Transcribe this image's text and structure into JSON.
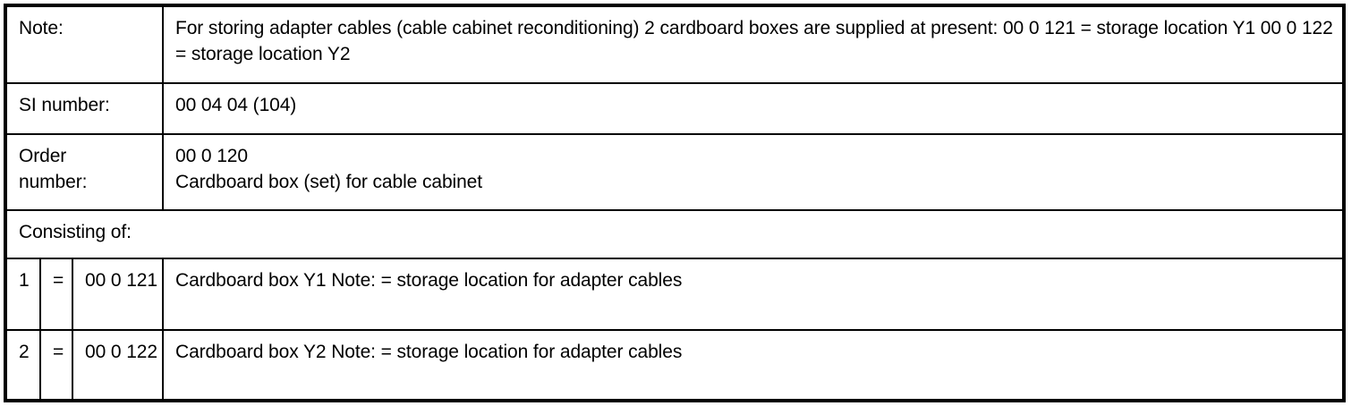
{
  "table": {
    "rows": [
      {
        "kind": "label-value",
        "label": "Note:",
        "value": "For storing adapter cables (cable cabinet reconditioning) 2 cardboard boxes are supplied at present: 00 0 121 = storage location Y1 00 0 122 = storage location Y2"
      },
      {
        "kind": "label-value",
        "label": "SI number:",
        "value": "00 04 04 (104)"
      },
      {
        "kind": "label-value-multiline",
        "label": "Order number:",
        "value_line1": "00 0 120",
        "value_line2": "Cardboard box (set) for cable cabinet"
      },
      {
        "kind": "section",
        "label": "Consisting of:"
      },
      {
        "kind": "item",
        "index": "1",
        "equals": "=",
        "number": "00 0 121",
        "description": "Cardboard box Y1 Note: = storage location for adapter cables"
      },
      {
        "kind": "item",
        "index": "2",
        "equals": "=",
        "number": "00 0 122",
        "description": "Cardboard box Y2 Note: = storage location for adapter cables"
      }
    ]
  },
  "style": {
    "border_color": "#000000",
    "text_color": "#000000",
    "background": "#ffffff"
  }
}
